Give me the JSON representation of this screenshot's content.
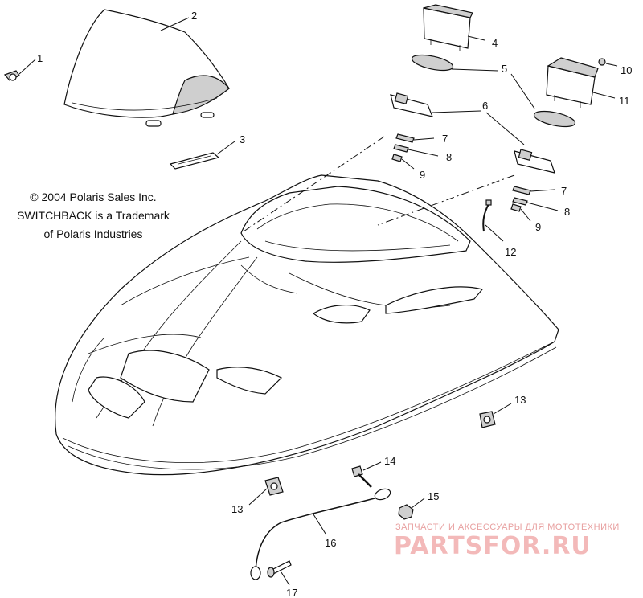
{
  "notes": {
    "line1": "© 2004 Polaris Sales Inc.",
    "line2": "SWITCHBACK is a Trademark",
    "line3": "of Polaris Industries"
  },
  "watermark": {
    "subtitle": "ЗАПЧАСТИ И АКСЕССУАРЫ ДЛЯ МОТОТЕХНИКИ",
    "brand": "PARTSFOR.RU"
  },
  "callouts": {
    "c1": "1",
    "c2": "2",
    "c3": "3",
    "c4": "4",
    "c5": "5",
    "c6": "6",
    "c7a": "7",
    "c7b": "7",
    "c8a": "8",
    "c8b": "8",
    "c9a": "9",
    "c9b": "9",
    "c10": "10",
    "c11": "11",
    "c12": "12",
    "c13a": "13",
    "c13b": "13",
    "c14": "14",
    "c15": "15",
    "c16": "16",
    "c17": "17"
  }
}
